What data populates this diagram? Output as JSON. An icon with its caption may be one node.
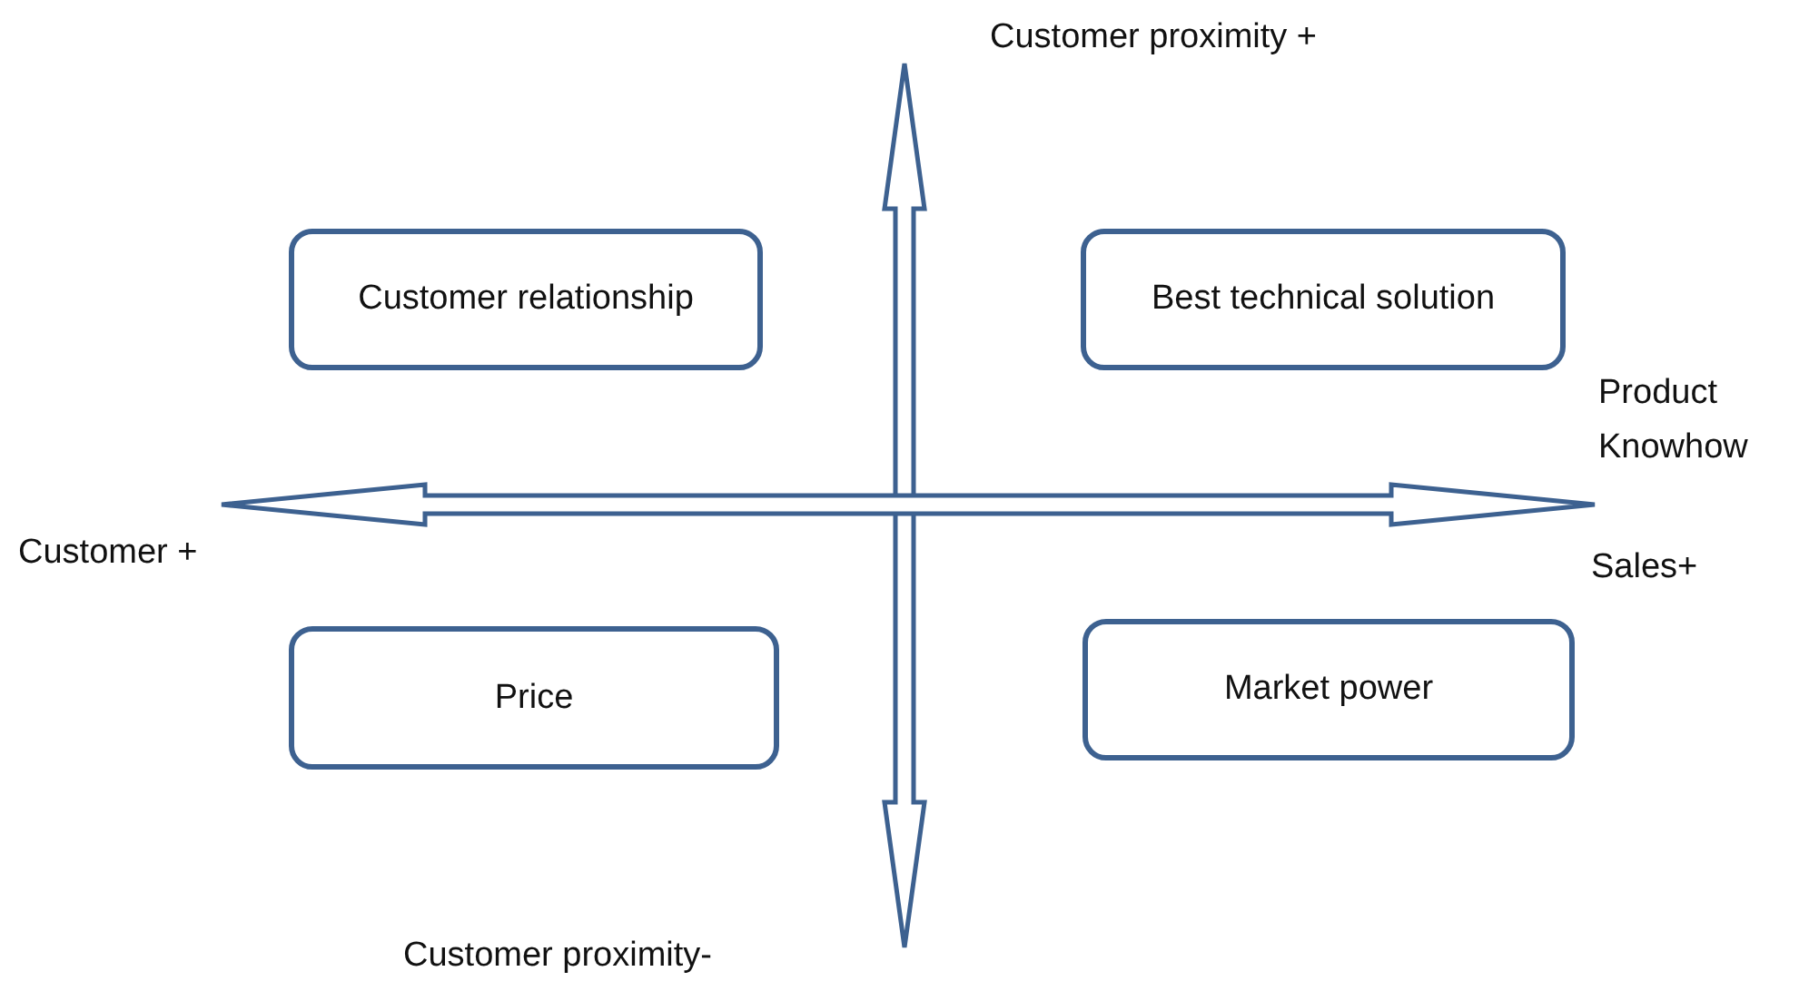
{
  "diagram": {
    "nodes": [
      {
        "text": [
          "Customer relationship"
        ]
      },
      {
        "text": [
          "Best technical solution"
        ]
      },
      {
        "text": [
          "Price"
        ]
      },
      {
        "text": [
          "Market power"
        ]
      }
    ],
    "labels": [
      "Customer proximity +",
      "Product Knowhow",
      "Customer +",
      "Sales+",
      "Customer proximity-"
    ]
  }
}
